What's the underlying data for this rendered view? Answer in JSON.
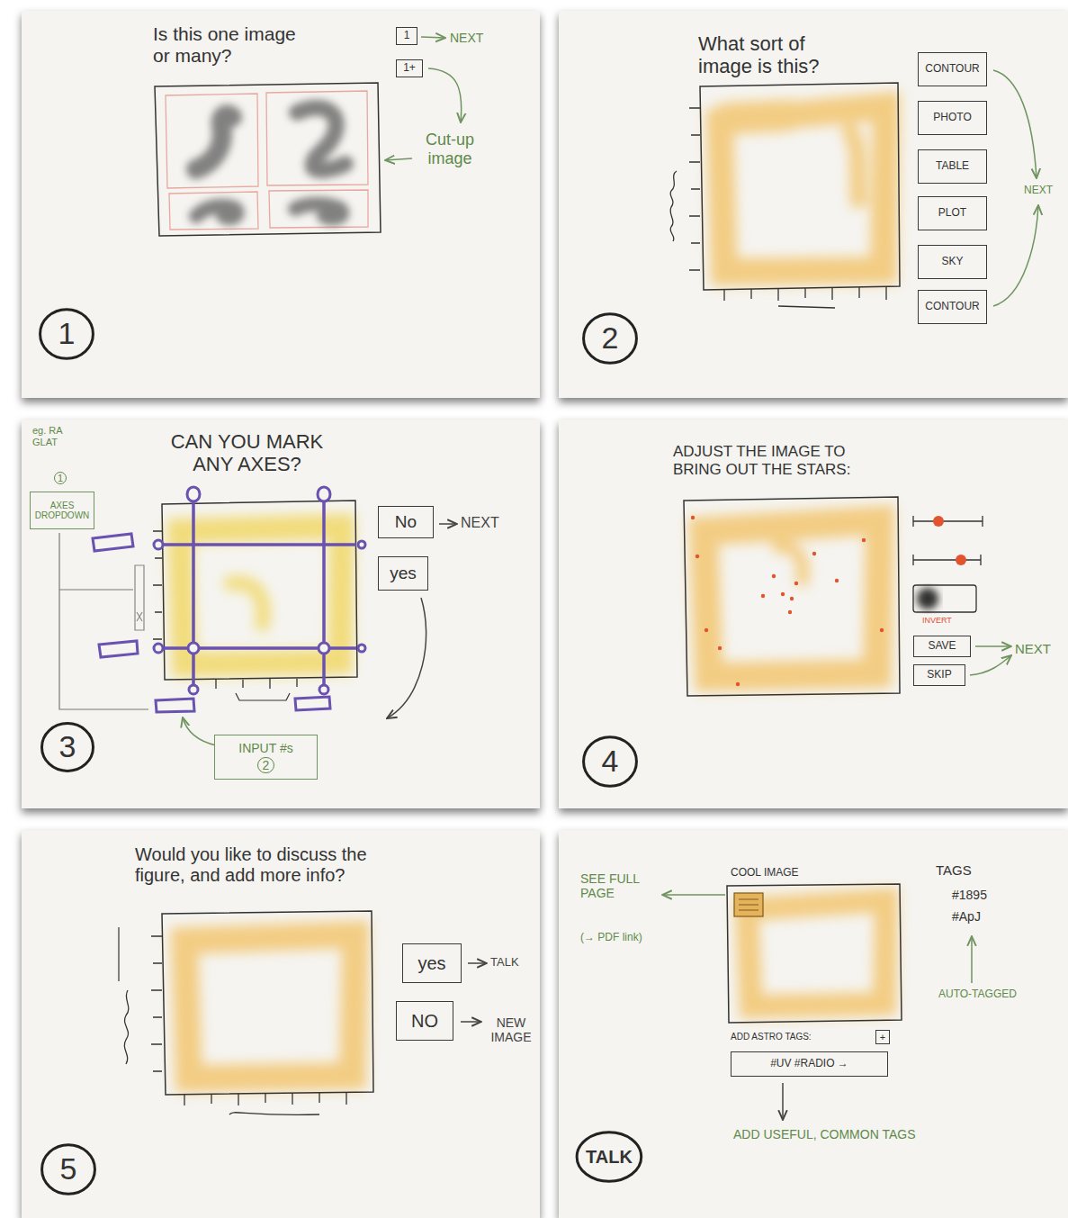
{
  "diagram": {
    "nodes": [
      {
        "text": [
          "Is this one image or many?"
        ]
      },
      {
        "text": [
          "1"
        ],
        "in": 0
      },
      {
        "text": [
          "1+"
        ],
        "in": 0
      },
      {
        "text": [
          "1"
        ],
        "in": 0
      },
      {
        "text": [
          "What sort of image is this?"
        ]
      },
      {
        "text": [
          "CONTOUR"
        ],
        "in": 4
      },
      {
        "text": [
          "PHOTO"
        ],
        "in": 4
      },
      {
        "text": [
          "TABLE"
        ],
        "in": 4
      },
      {
        "text": [
          "PLOT"
        ],
        "in": 4
      },
      {
        "text": [
          "SKY"
        ],
        "in": 4
      },
      {
        "text": [
          "CONTOUR"
        ],
        "in": 4
      },
      {
        "text": [
          "2"
        ],
        "in": 4
      },
      {
        "text": [
          "CAN YOU MARK ANY AXES?"
        ]
      },
      {
        "text": [
          "AXES DROPDOWN"
        ],
        "in": 12
      },
      {
        "text": [
          "No"
        ],
        "in": 12
      },
      {
        "text": [
          "yes"
        ],
        "in": 12
      },
      {
        "text": [
          "INPUT #s",
          "2"
        ],
        "in": 12
      },
      {
        "text": [
          "3"
        ],
        "in": 12
      },
      {
        "text": [
          "ADJUST THE IMAGE TO BRING OUT THE STARS:"
        ]
      },
      {
        "text": [
          "SAVE"
        ],
        "in": 18
      },
      {
        "text": [
          "SKIP"
        ],
        "in": 18
      },
      {
        "text": [
          "4"
        ],
        "in": 18
      },
      {
        "text": [
          "Would you like to discuss the figure, and add more info?"
        ]
      },
      {
        "text": [
          "yes"
        ],
        "in": 22
      },
      {
        "text": [
          "NO"
        ],
        "in": 22
      },
      {
        "text": [
          "5"
        ],
        "in": 22
      },
      {
        "text": [
          "COOL IMAGE"
        ]
      },
      {
        "text": [
          "+"
        ],
        "in": 26
      },
      {
        "text": [
          "#UV #RADIO →"
        ],
        "in": 26
      },
      {
        "text": [
          "TALK"
        ],
        "in": 26
      }
    ],
    "labels": [
      "NEXT",
      "Cut-up image",
      "NEXT",
      "eg. RA GLAT",
      "1",
      "NEXT",
      "NEXT",
      "INVERT",
      "TALK",
      "NEW IMAGE",
      "SEE FULL PAGE",
      "(→ PDF link)",
      "TAGS",
      "#1895",
      "#ApJ",
      "AUTO-TAGGED",
      "ADD ASTRO TAGS:",
      "ADD USEFUL, COMMON TAGS"
    ]
  }
}
